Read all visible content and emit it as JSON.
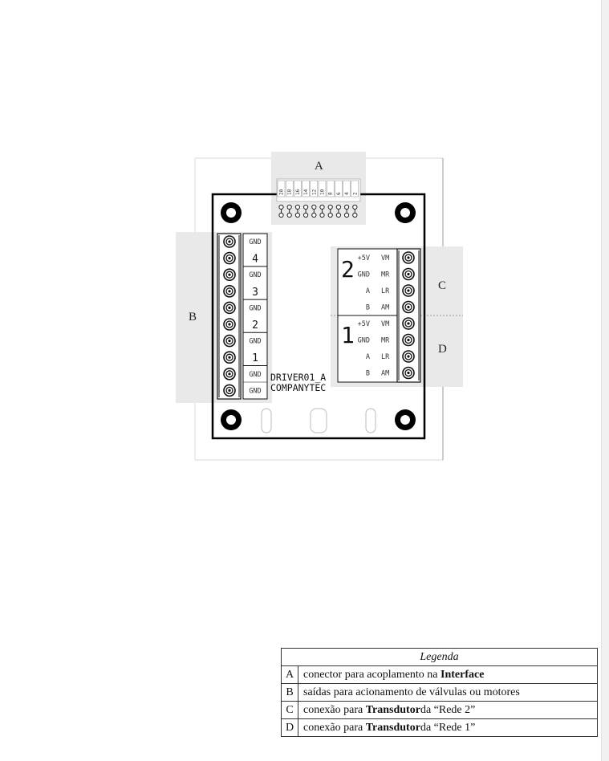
{
  "callouts": {
    "a": "A",
    "b": "B",
    "c": "C",
    "d": "D"
  },
  "header_pins": [
    "20",
    "18",
    "16",
    "14",
    "12",
    "10",
    "8",
    "6",
    "4",
    "2"
  ],
  "left_connector": {
    "labels": [
      "GND",
      "4",
      "GND",
      "3",
      "GND",
      "2",
      "GND",
      "1",
      "GND",
      "GND"
    ]
  },
  "right_connector": {
    "block_2": {
      "number": "2",
      "left_labels": [
        "+5V",
        "GND",
        "A",
        "B"
      ],
      "right_labels": [
        "VM",
        "MR",
        "LR",
        "AM"
      ]
    },
    "block_1": {
      "number": "1",
      "left_labels": [
        "+5V",
        "GND",
        "A",
        "B"
      ],
      "right_labels": [
        "VM",
        "MR",
        "LR",
        "AM"
      ]
    }
  },
  "board_text": {
    "line1": "DRIVER01_A",
    "line2": "COMPANYTEC"
  },
  "legend": {
    "title": "Legenda",
    "rows": [
      {
        "key": "A",
        "text_before": "conector para acoplamento na ",
        "bold": "Interface",
        "text_after": ""
      },
      {
        "key": "B",
        "text_before": "saídas para acionamento de válvulas ou motores",
        "bold": "",
        "text_after": ""
      },
      {
        "key": "C",
        "text_before": "conexão para ",
        "bold": "Transdutor",
        "text_after": "da “Rede 2”"
      },
      {
        "key": "D",
        "text_before": "conexão para ",
        "bold": "Transdutor",
        "text_after": "da “Rede 1”"
      }
    ]
  }
}
